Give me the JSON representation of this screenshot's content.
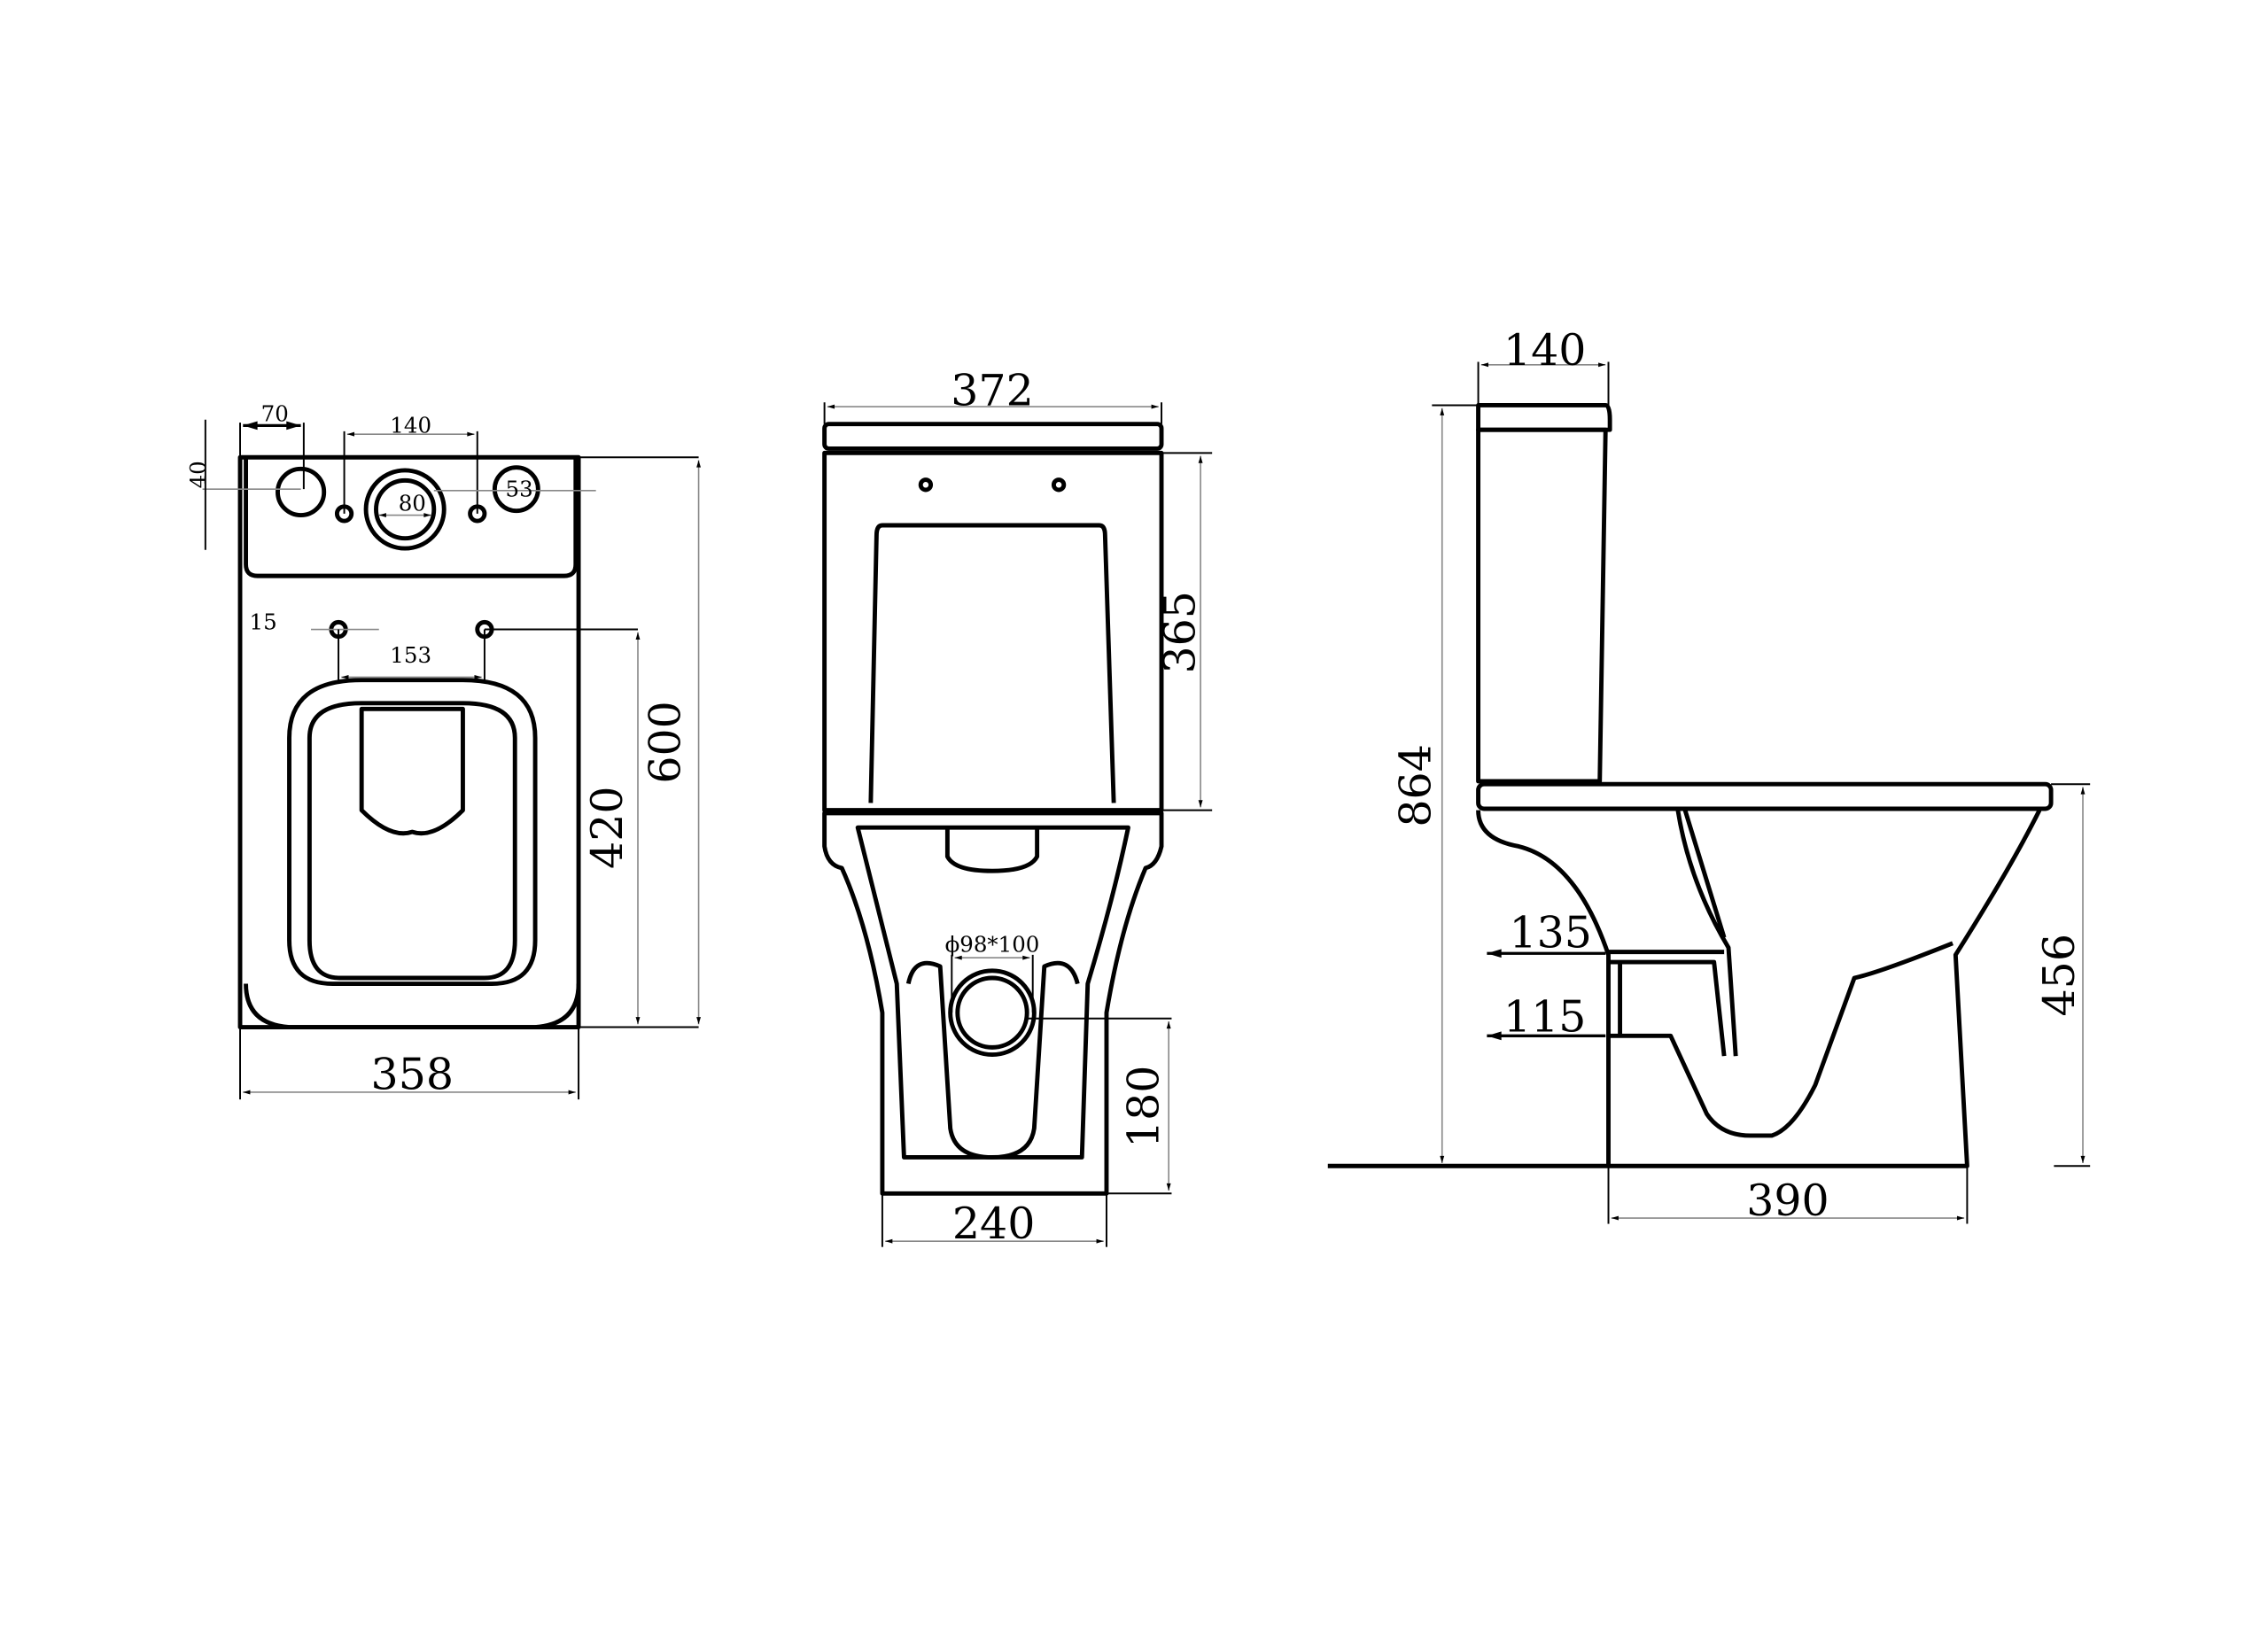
{
  "drawing": {
    "top_view": {
      "w70": "70",
      "h40": "40",
      "w140": "140",
      "d80": "80",
      "d53": "53",
      "d15": "15",
      "w153": "153",
      "h420": "420",
      "h600": "600",
      "w358": "358"
    },
    "front_view": {
      "w372": "372",
      "h365": "365",
      "outlet": "ϕ98*100",
      "h180": "180",
      "w240": "240"
    },
    "side_view": {
      "w140": "140",
      "h864": "864",
      "h135": "135",
      "h115": "115",
      "h456": "456",
      "w390": "390"
    }
  },
  "colors": {
    "line": "#000000",
    "dim_line": "#888888",
    "background": "#ffffff"
  }
}
